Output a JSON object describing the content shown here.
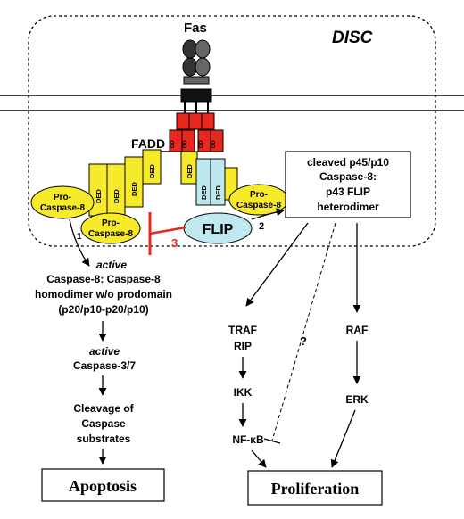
{
  "receptor": {
    "name": "Fas",
    "adapter": "FADD",
    "domain_label": "DD"
  },
  "complex_label": "DISC",
  "domains": {
    "ded": "DED"
  },
  "procaspase": {
    "line1": "Pro-",
    "line2": "Caspase-8"
  },
  "flip": {
    "label": "FLIP"
  },
  "heterodimer": {
    "lines": [
      "cleaved p45/p10",
      "Caspase-8:",
      "p43 FLIP",
      "heterodimer"
    ]
  },
  "path_numbers": {
    "one": "1",
    "two": "2",
    "three": "3"
  },
  "apoptosis_path": {
    "active1": "active",
    "dimer_lines": [
      "Caspase-8: Caspase-8",
      "homodimer w/o prodomain",
      "(p20/p10-p20/p10)"
    ],
    "active2": "active",
    "caspase37": "Caspase-3/7",
    "cleavage_lines": [
      "Cleavage of",
      "Caspase",
      "substrates"
    ],
    "outcome": "Apoptosis"
  },
  "proliferation_path": {
    "traf": "TRAF",
    "rip": "RIP",
    "ikk": "IKK",
    "nfkb": "NF-κB",
    "question": "?",
    "raf": "RAF",
    "erk": "ERK",
    "outcome": "Proliferation"
  },
  "colors": {
    "dd_red": "#e8281e",
    "ded_yellow": "#f7ea2a",
    "ded_cyan": "#bde9ee",
    "flip_fill": "#bfe9ee",
    "inhibit_red": "#e8281e",
    "receptor_gray": "#6f6f6f"
  }
}
